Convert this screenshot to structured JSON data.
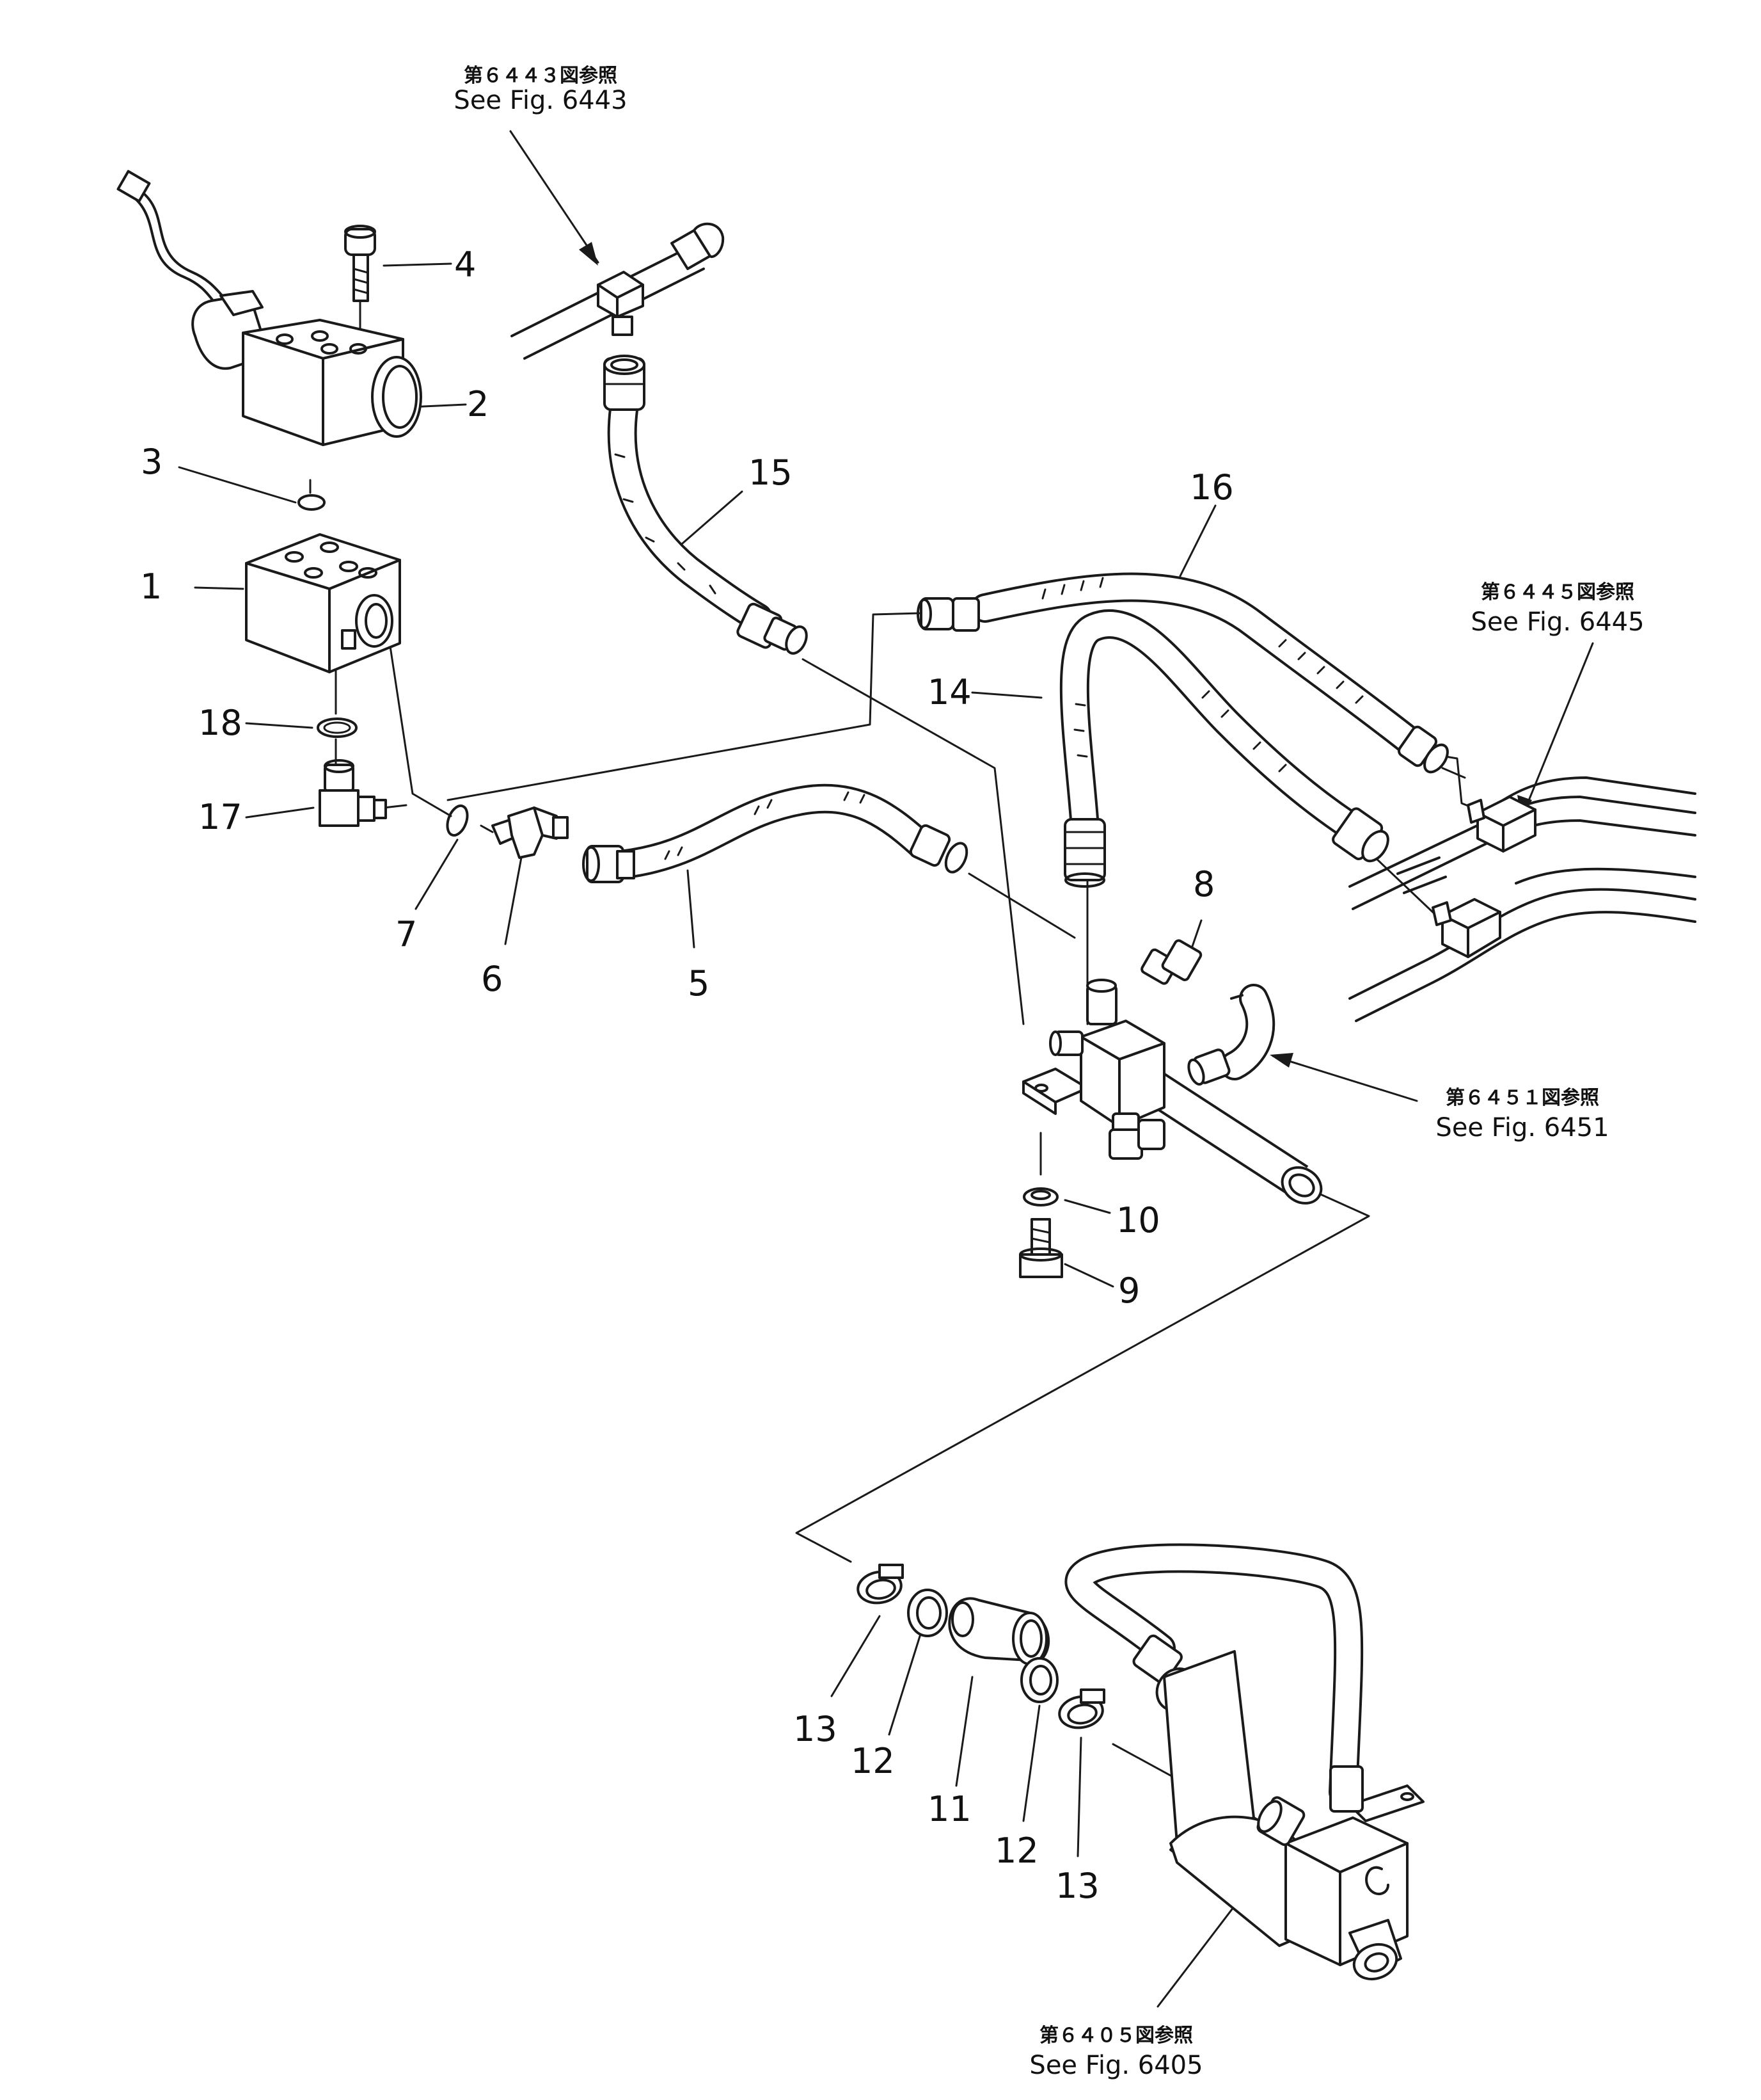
{
  "figure": {
    "part_numbers": [
      "1",
      "2",
      "3",
      "4",
      "5",
      "6",
      "7",
      "8",
      "9",
      "10",
      "11",
      "12",
      "12",
      "13",
      "13",
      "14",
      "15",
      "16",
      "17",
      "18"
    ],
    "references": [
      {
        "jp": "第６４４３図参照",
        "en": "See Fig. 6443"
      },
      {
        "jp": "第６４４５図参照",
        "en": "See Fig. 6445"
      },
      {
        "jp": "第６４５１図参照",
        "en": "See Fig. 6451"
      },
      {
        "jp": "第６４０５図参照",
        "en": "See Fig. 6405"
      }
    ]
  }
}
